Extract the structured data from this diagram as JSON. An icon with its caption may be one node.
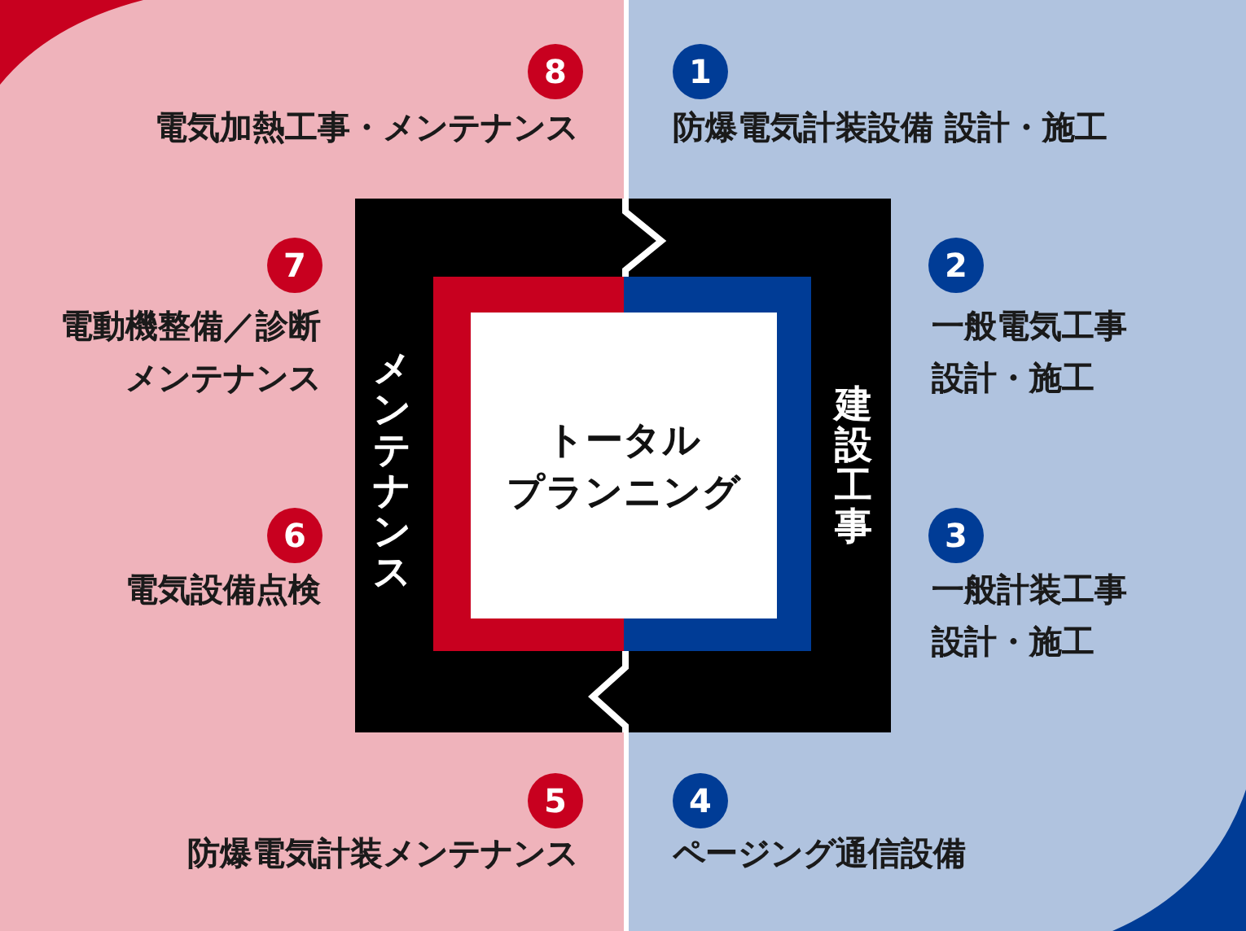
{
  "diagram": {
    "nodes": [
      {
        "text": [
          "トータルプランニング"
        ]
      },
      {
        "text": [
          "メンテナンス"
        ]
      },
      {
        "text": [
          "建設工事"
        ]
      },
      {
        "text": [
          "8",
          "電気加熱工事・メンテナンス"
        ]
      },
      {
        "text": [
          "1",
          "防爆電気計装設備 設計・施工"
        ]
      },
      {
        "text": [
          "7",
          "電動機整備／診断メンテナンス"
        ]
      },
      {
        "text": [
          "2",
          "一般電気工事設計・施工"
        ]
      },
      {
        "text": [
          "6",
          "電気設備点検"
        ]
      },
      {
        "text": [
          "3",
          "一般計装工事設計・施工"
        ]
      },
      {
        "text": [
          "5",
          "防爆電気計装メンテナンス"
        ]
      },
      {
        "text": [
          "4",
          "ページング通信設備"
        ]
      }
    ]
  }
}
